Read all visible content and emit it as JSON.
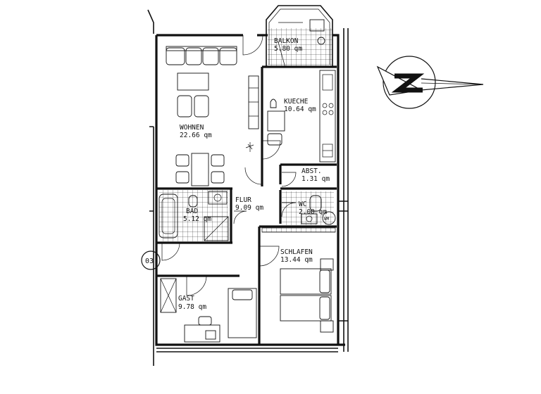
{
  "rooms": {
    "balkon": {
      "name": "BALKON",
      "area": "5.80 qm"
    },
    "kueche": {
      "name": "KUECHE",
      "area": "10.64 qm"
    },
    "wohnen": {
      "name": "WOHNEN",
      "area": "22.66 qm"
    },
    "abst": {
      "name": "ABST.",
      "area": "1.31 qm"
    },
    "flur": {
      "name": "FLUR",
      "area": "9.09 qm"
    },
    "bad": {
      "name": "BAD",
      "area": "5.12 qm"
    },
    "wc": {
      "name": "WC",
      "area": "2.00 qm"
    },
    "schlafen": {
      "name": "SCHLAFEN",
      "area": "13.44 qm"
    },
    "gast": {
      "name": "GAST",
      "area": "9.78 qm"
    }
  },
  "unit_number": "03",
  "wm_label": "WM",
  "north_symbol": "north-arrow-icon"
}
